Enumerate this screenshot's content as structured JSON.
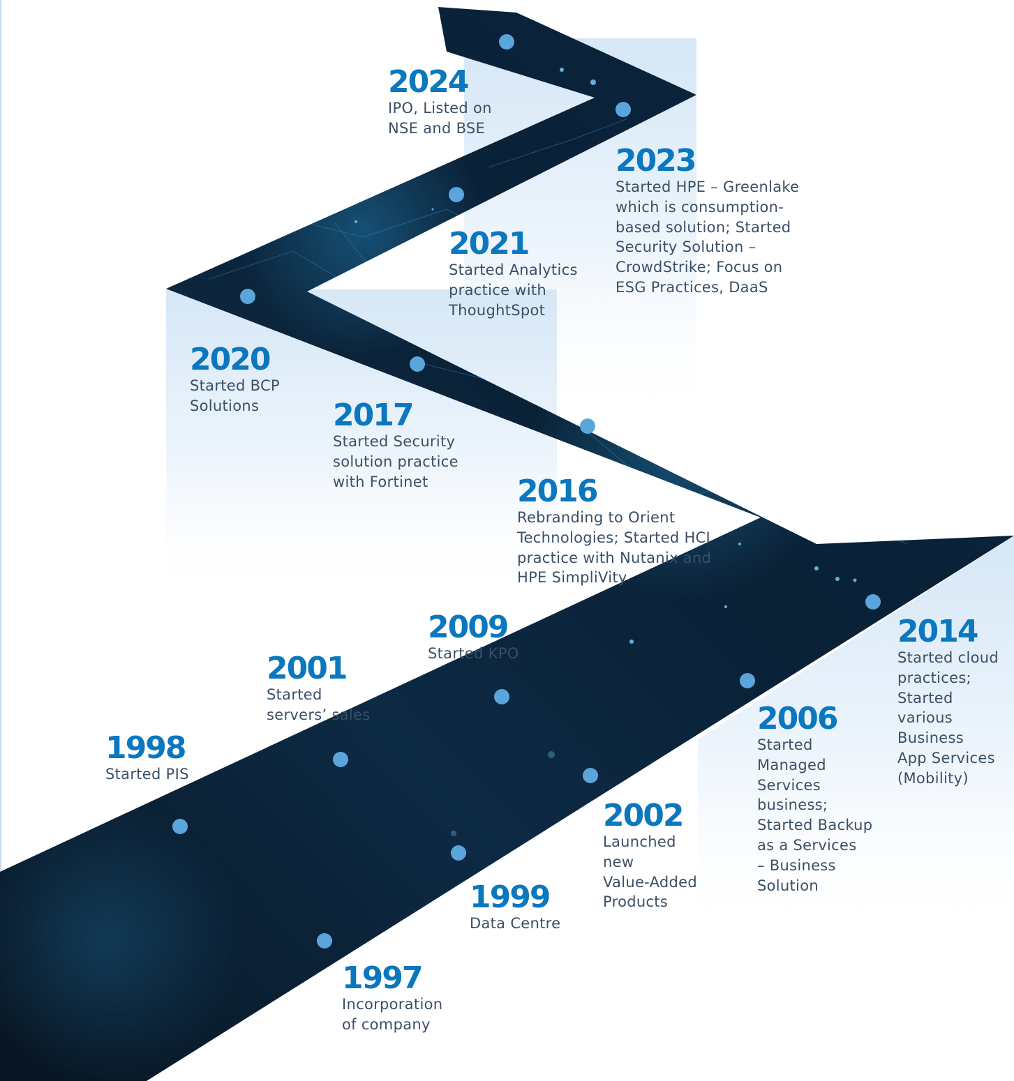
{
  "colors": {
    "year_text": "#0b77be",
    "description_text": "#3b4f66",
    "arrow_dark": "#0a1f33",
    "arrow_mid": "#123652",
    "dot": "#5aa6dc",
    "side_panel": "#dbe9f6"
  },
  "icons": {
    "arrow": "zigzag-arrow-icon",
    "dot": "timeline-dot-icon"
  },
  "milestones": [
    {
      "year": "2024",
      "text": "IPO, Listed on\nNSE and BSE"
    },
    {
      "year": "2023",
      "text": "Started HPE – Greenlake\nwhich is consumption-\nbased solution; Started\nSecurity Solution –\nCrowdStrike; Focus on\nESG Practices, DaaS"
    },
    {
      "year": "2021",
      "text": "Started Analytics\npractice with\nThoughtSpot"
    },
    {
      "year": "2020",
      "text": "Started BCP\nSolutions"
    },
    {
      "year": "2017",
      "text": "Started Security\nsolution practice\nwith Fortinet"
    },
    {
      "year": "2016",
      "text": "Rebranding to Orient\nTechnologies; Started HCI\npractice with Nutanix and\nHPE SimpliVity"
    },
    {
      "year": "2014",
      "text": "Started cloud\npractices;\nStarted\nvarious\nBusiness\nApp Services\n(Mobility)"
    },
    {
      "year": "2009",
      "text": "Started KPO"
    },
    {
      "year": "2006",
      "text": "Started\nManaged\nServices\nbusiness;\nStarted Backup\nas a Services\n– Business\nSolution"
    },
    {
      "year": "2002",
      "text": "Launched\nnew\nValue-Added\nProducts"
    },
    {
      "year": "2001",
      "text": "Started\nservers’ sales"
    },
    {
      "year": "1999",
      "text": "Data Centre"
    },
    {
      "year": "1998",
      "text": "Started PIS"
    },
    {
      "year": "1997",
      "text": "Incorporation\nof company"
    }
  ]
}
